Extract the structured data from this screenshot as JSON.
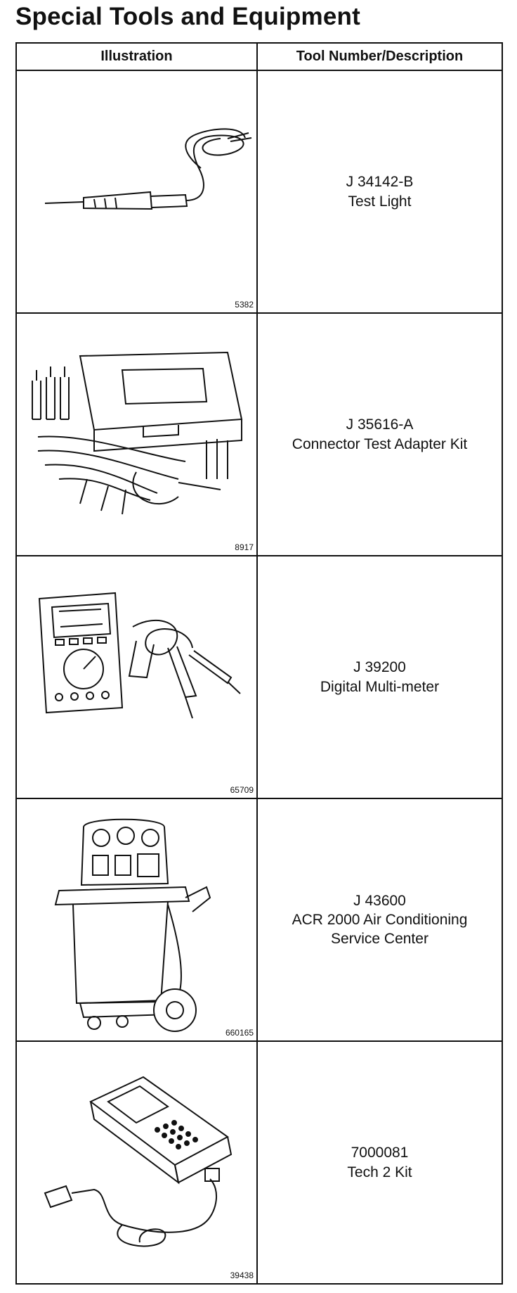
{
  "title": "Special Tools and Equipment",
  "columns": {
    "illustration": "Illustration",
    "description": "Tool Number/Description"
  },
  "rows": [
    {
      "figure": "5382",
      "icon": "test-light-icon",
      "tool_number": "J 34142-B",
      "description": [
        "Test Light"
      ]
    },
    {
      "figure": "8917",
      "icon": "connector-test-adapter-kit-icon",
      "tool_number": "J 35616-A",
      "description": [
        "Connector Test Adapter Kit"
      ]
    },
    {
      "figure": "65709",
      "icon": "digital-multimeter-icon",
      "tool_number": "J 39200",
      "description": [
        "Digital Multi-meter"
      ]
    },
    {
      "figure": "660165",
      "icon": "ac-service-center-icon",
      "tool_number": "J 43600",
      "description": [
        "ACR 2000 Air Conditioning",
        "Service Center"
      ]
    },
    {
      "figure": "39438",
      "icon": "tech-2-kit-icon",
      "tool_number": "7000081",
      "description": [
        "Tech 2 Kit"
      ]
    }
  ]
}
